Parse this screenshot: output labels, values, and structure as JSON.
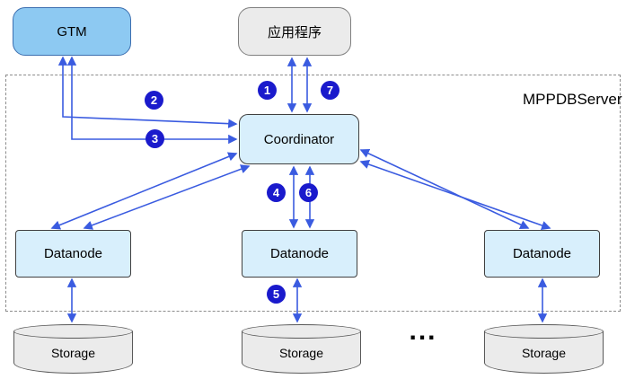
{
  "diagram": {
    "group_label": "MPPDBServer",
    "ellipsis": "..."
  },
  "nodes": {
    "gtm": {
      "label": "GTM"
    },
    "app": {
      "label": "应用程序"
    },
    "coordinator": {
      "label": "Coordinator"
    },
    "datanode1": {
      "label": "Datanode"
    },
    "datanode2": {
      "label": "Datanode"
    },
    "datanode3": {
      "label": "Datanode"
    },
    "storage1": {
      "label": "Storage"
    },
    "storage2": {
      "label": "Storage"
    },
    "storage3": {
      "label": "Storage"
    }
  },
  "steps": [
    "1",
    "2",
    "3",
    "4",
    "5",
    "6",
    "7"
  ],
  "colors": {
    "arrow_blue": "#3A5BE0",
    "badge_blue": "#1A1ACC",
    "gtm_fill": "#8DC9F2",
    "node_fill": "#D8EFFC",
    "storage_fill": "#EBEBEB",
    "app_fill": "#EBEBEB"
  }
}
